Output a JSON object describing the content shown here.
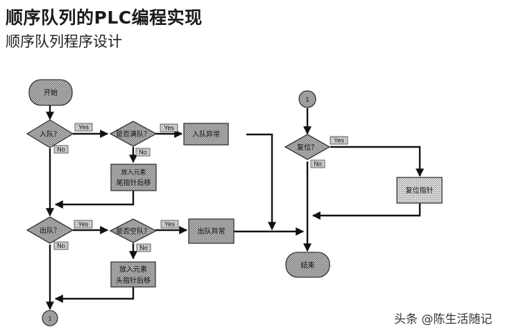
{
  "header": {
    "title": "顺序队列的PLC编程实现",
    "subtitle": "顺序队列程序设计"
  },
  "watermark": "头条 @陈生活随记",
  "colors": {
    "node_fill": "#a9a9a9",
    "node_fill_light": "#c8c8c8",
    "label_fill": "#b5b5b5",
    "line": "#111111"
  },
  "flowchart": {
    "nodes": {
      "start": "开始",
      "enqueue_q": "入队？",
      "full_q": "是否满队？",
      "enqueue_error": "入队异常",
      "put_elem_1": "放入元素",
      "tail_move": "尾指针后移",
      "dequeue_q": "出队？",
      "empty_q": "是否空队？",
      "dequeue_error": "出队异常",
      "put_elem_2": "放入元素",
      "head_move": "头指针后移",
      "connector_out": "1",
      "connector_in": "1",
      "reset_q": "复位？",
      "reset_pointer": "复位指针",
      "end": "结束"
    },
    "labels": {
      "yes": "Yes",
      "no": "No"
    }
  }
}
